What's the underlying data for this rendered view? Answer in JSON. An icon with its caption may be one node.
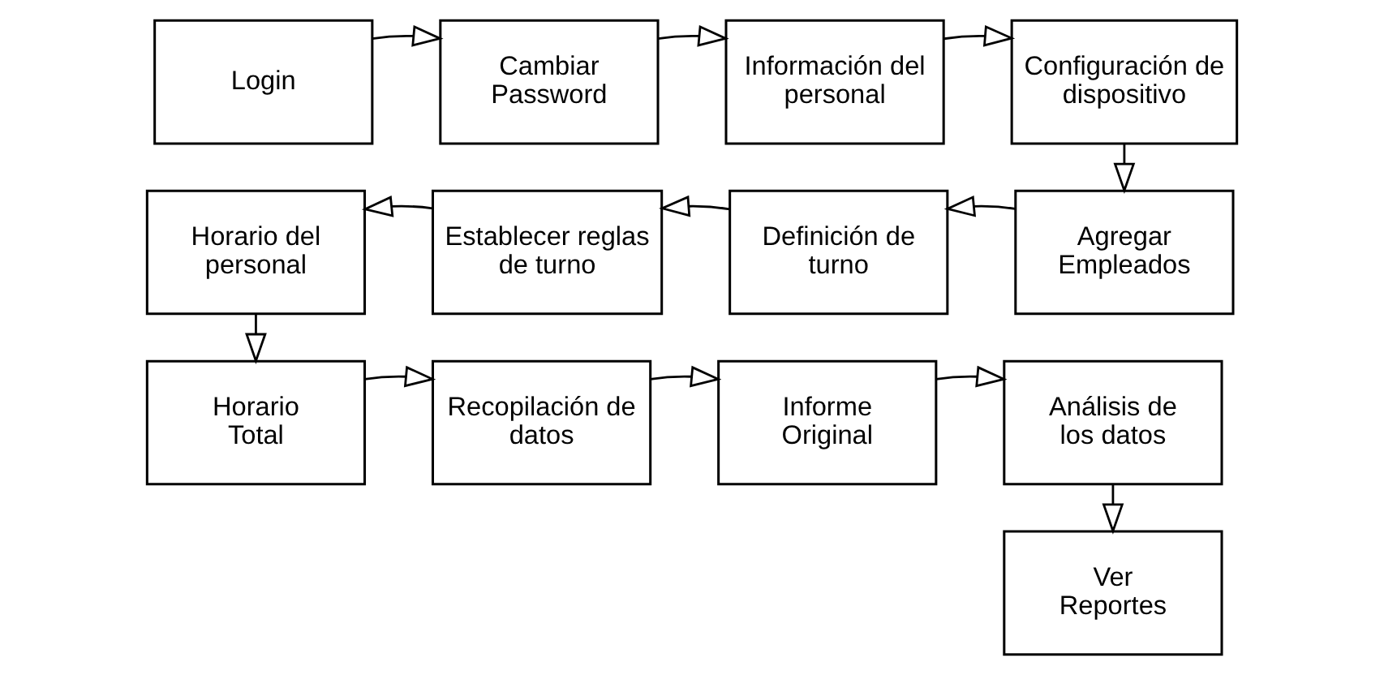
{
  "diagram": {
    "nodes": [
      {
        "text": [
          "Login"
        ]
      },
      {
        "text": [
          "Cambiar Password"
        ]
      },
      {
        "text": [
          "Información del personal"
        ]
      },
      {
        "text": [
          "Configuración de dispositivo"
        ]
      },
      {
        "text": [
          "Agregar Empleados"
        ]
      },
      {
        "text": [
          "Definición de turno"
        ]
      },
      {
        "text": [
          "Establecer reglas de turno"
        ]
      },
      {
        "text": [
          "Horario del personal"
        ]
      },
      {
        "text": [
          "Horario Total"
        ]
      },
      {
        "text": [
          "Recopilación de datos"
        ]
      },
      {
        "text": [
          "Informe Original"
        ]
      },
      {
        "text": [
          "Análisis de los datos"
        ]
      },
      {
        "text": [
          "Ver Reportes"
        ]
      }
    ],
    "edges": [
      {
        "from": 0,
        "to": 1,
        "arrow": "to"
      },
      {
        "from": 1,
        "to": 2,
        "arrow": "to"
      },
      {
        "from": 2,
        "to": 3,
        "arrow": "to"
      },
      {
        "from": 3,
        "to": 4,
        "arrow": "to"
      },
      {
        "from": 4,
        "to": 5,
        "arrow": "to"
      },
      {
        "from": 5,
        "to": 6,
        "arrow": "to"
      },
      {
        "from": 6,
        "to": 7,
        "arrow": "to"
      },
      {
        "from": 7,
        "to": 8,
        "arrow": "to"
      },
      {
        "from": 8,
        "to": 9,
        "arrow": "to"
      },
      {
        "from": 9,
        "to": 10,
        "arrow": "to"
      },
      {
        "from": 10,
        "to": 11,
        "arrow": "to"
      },
      {
        "from": 11,
        "to": 12,
        "arrow": "to"
      }
    ]
  }
}
